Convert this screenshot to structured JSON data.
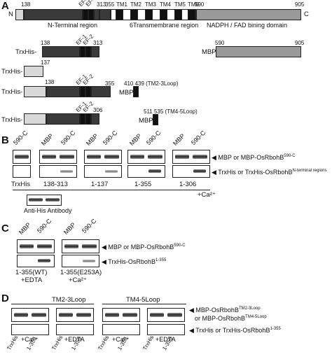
{
  "panels": {
    "A": "A",
    "B": "B",
    "C": "C",
    "D": "D"
  },
  "panelA": {
    "n_term": "N",
    "c_term": "C",
    "pos": {
      "p138": "138",
      "p905": "905",
      "p313": "313",
      "p355": "355",
      "p590": "590",
      "p137": "137",
      "p410_439": "410  439 (TM2-3Loop)",
      "p511_535": "511  535 (TM4-5Loop)",
      "p306": "306"
    },
    "ef1": "EF-1",
    "ef2": "EF-2",
    "tm": [
      "TM1",
      "TM2",
      "TM3",
      "TM4",
      "TM5",
      "TM6"
    ],
    "regions": {
      "nterm": "N-Terminal region",
      "tm": "6Transmembrane region",
      "nadph": "NADPH / FAD bining domain"
    },
    "trxhis": "TrxHis-",
    "mbp": "MBP-"
  },
  "panelB": {
    "lanes_top": [
      "590-C",
      "MBP",
      "590-C",
      "MBP",
      "590-C",
      "MBP",
      "590-C",
      "MBP",
      "590-C"
    ],
    "trxhis": "TrxHis",
    "groups": [
      "138-313",
      "1-137",
      "1-355",
      "1-306"
    ],
    "ca": "+Ca²⁺",
    "label_top": "MBP or MBP-OsRbohB",
    "label_top_sup": "590-C",
    "label_bot": "TrxHis or TrxHis-OsRbohB",
    "label_bot_sup": "N-terminal regions",
    "antibody": "Anti-His Antibody"
  },
  "panelC": {
    "lanes": [
      "MBP",
      "590-C",
      "MBP",
      "590-C"
    ],
    "label_top": "MBP or MBP-OsRbohB",
    "label_top_sup": "590-C",
    "label_bot": "TrxHis-OsRbohB",
    "label_bot_sup": "1-355",
    "g1a": "1-355(WT)",
    "g1b": "+EDTA",
    "g2a": "1-355(E253A)",
    "g2b": "+Ca²⁺"
  },
  "panelD": {
    "tm23": "TM2-3Loop",
    "tm45": "TM4-5Loop",
    "label_top1": "MBP-OsRbohB",
    "label_top1_sup": "TM2-3Loop",
    "label_top2": "or MBP-OsRbohB",
    "label_top2_sup": "TM4-5Loop",
    "label_bot": "TrxHis or TrxHis-OsRbohB",
    "label_bot_sup": "1-355",
    "conds": [
      "+Ca²⁺",
      "+EDTA",
      "+Ca²⁺",
      "+EDTA"
    ],
    "lanes": [
      "TrxHis",
      "1-355",
      "TrxHis",
      "1-355",
      "TrxHis",
      "1-355",
      "TrxHis",
      "1-355"
    ]
  }
}
